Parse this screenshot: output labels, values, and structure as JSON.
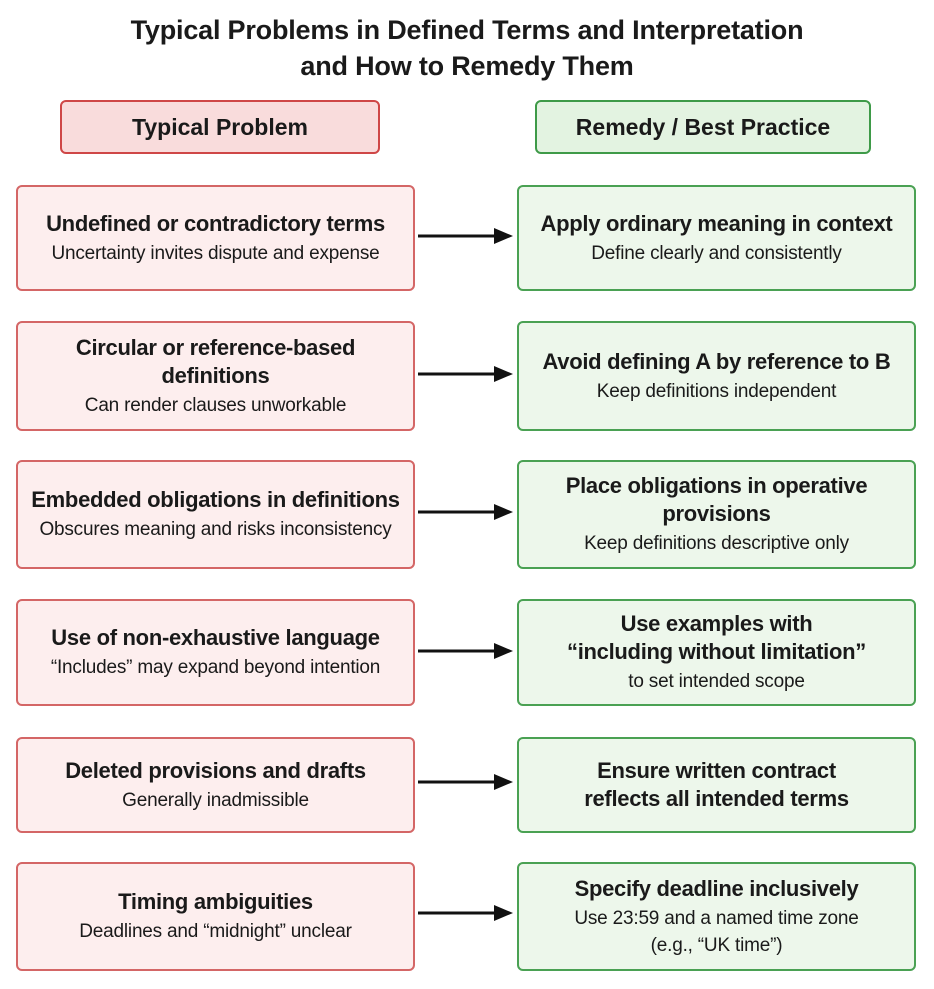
{
  "title": {
    "line1": "Typical Problems in Defined Terms and Interpretation",
    "line2": "and How to Remedy Them"
  },
  "headers": {
    "problem": "Typical Problem",
    "remedy": "Remedy / Best Practice"
  },
  "rows": [
    {
      "problem": {
        "main": "Undefined or contradictory terms",
        "sub": "Uncertainty invites dispute and expense"
      },
      "remedy": {
        "main": "Apply ordinary meaning in context",
        "sub": "Define clearly and consistently"
      }
    },
    {
      "problem": {
        "main": "Circular or reference-based definitions",
        "sub": "Can render clauses unworkable"
      },
      "remedy": {
        "main": "Avoid defining A by reference to B",
        "sub": "Keep definitions independent"
      }
    },
    {
      "problem": {
        "main": "Embedded obligations in definitions",
        "sub": "Obscures meaning and risks inconsistency"
      },
      "remedy": {
        "main": "Place obligations in operative provisions",
        "sub": "Keep definitions descriptive only"
      }
    },
    {
      "problem": {
        "main": "Use of non-exhaustive language",
        "sub": "“Includes” may expand beyond intention"
      },
      "remedy": {
        "main1": "Use examples with",
        "main2": "“including without limitation”",
        "sub": "to set intended scope"
      }
    },
    {
      "problem": {
        "main": "Deleted provisions and drafts",
        "sub": "Generally inadmissible"
      },
      "remedy": {
        "main1": "Ensure written contract",
        "main2": "reflects all intended terms"
      }
    },
    {
      "problem": {
        "main": "Timing ambiguities",
        "sub": "Deadlines and “midnight” unclear"
      },
      "remedy": {
        "main": "Specify deadline inclusively",
        "sub1": "Use 23:59 and a named time zone",
        "sub2": "(e.g., “UK time”)"
      }
    }
  ],
  "colors": {
    "problem_border": "#d46666",
    "problem_fill": "#fdeeee",
    "remedy_border": "#4aa153",
    "remedy_fill": "#edf7eb",
    "arrow": "#111111"
  }
}
